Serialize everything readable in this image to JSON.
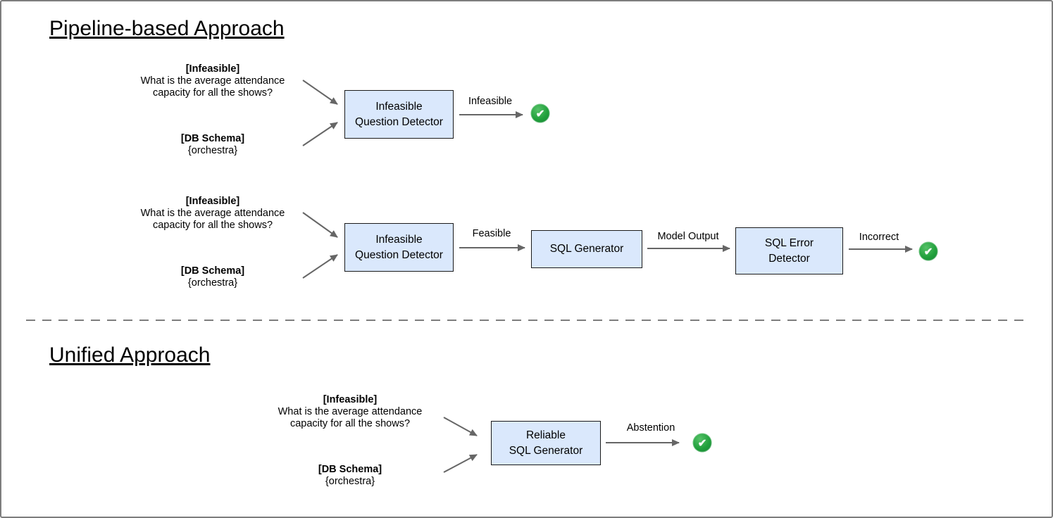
{
  "input_example": {
    "tag": "[Infeasible]",
    "question": "What is the average attendance capacity for all the shows?",
    "schema_tag": "[DB Schema]",
    "schema_value": "{orchestra}"
  },
  "pipeline": {
    "title": "Pipeline-based Approach",
    "row1": {
      "detector": {
        "line1": "Infeasible",
        "line2": "Question Detector"
      },
      "outcome_label": "Infeasible"
    },
    "row2": {
      "detector": {
        "line1": "Infeasible",
        "line2": "Question Detector"
      },
      "arrow1_label": "Feasible",
      "generator": "SQL Generator",
      "arrow2_label": "Model Output",
      "error_detector": {
        "line1": "SQL Error",
        "line2": "Detector"
      },
      "arrow3_label": "Incorrect"
    }
  },
  "unified": {
    "title": "Unified Approach",
    "generator": {
      "line1": "Reliable",
      "line2": "SQL Generator"
    },
    "outcome_label": "Abstention"
  },
  "icons": {
    "check_glyph": "✔"
  },
  "colors": {
    "node_fill": "#dae8fc",
    "node_border": "#1a1a1a",
    "arrow_gray": "#666666",
    "check_green": "#21a03c",
    "divider_gray": "#7d7d7d"
  }
}
